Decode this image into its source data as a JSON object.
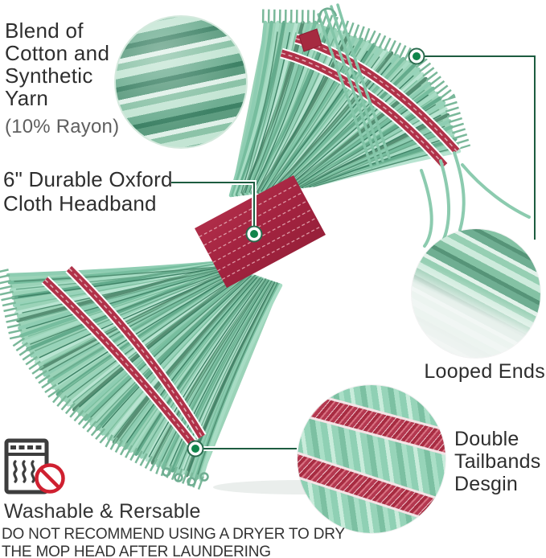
{
  "annotations": {
    "yarn": {
      "line1": "Blend of",
      "line2": "Cotton and",
      "line3": "Synthetic",
      "line4": "Yarn",
      "note": "(10% Rayon)"
    },
    "headband": {
      "line1": "6\" Durable Oxford",
      "line2": "Cloth Headband"
    },
    "looped": {
      "label": "Looped Ends"
    },
    "tailbands": {
      "line1": "Double",
      "line2": "Tailbands",
      "line3": "Desgin"
    },
    "care": {
      "title": "Washable & Rersable",
      "warning_line1": "DO NOT RECOMMEND USING A DRYER TO DRY",
      "warning_line2": "THE MOP HEAD AFTER LAUNDERING"
    }
  },
  "icons": {
    "dryer": "dryer-icon",
    "prohibition": "prohibition-icon",
    "callout_dot": "callout-dot-icon"
  },
  "colors": {
    "mop_green_light": "#aaddc6",
    "mop_green": "#8ccbaf",
    "mop_green_dark": "#5d9f82",
    "headband_red": "#a32340",
    "tailband_red": "#b03249",
    "callout_line_green": "#1d5c40",
    "callout_dot_green": "#10854b",
    "prohibition_red": "#cf2030",
    "text_dark": "#2e2e2e",
    "text_gray": "#5f5f5f",
    "background": "#ffffff"
  }
}
